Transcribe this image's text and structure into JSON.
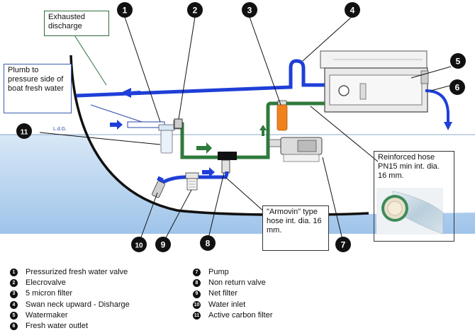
{
  "callouts": {
    "exhausted_discharge": "Exhausted discharge",
    "plumb": "Plumb to pressure side of boat fresh water",
    "waterline": "L.d.G.",
    "armovin": "\"Armovin\" type hose int. dia. 16 mm.",
    "reinforced": "Reinforced hose PN15 min  int. dia. 16 mm."
  },
  "markers": [
    "1",
    "2",
    "3",
    "4",
    "5",
    "6",
    "7",
    "8",
    "9",
    "10",
    "11"
  ],
  "legend_col1": [
    {
      "num": "1",
      "text": "Pressurized fresh water valve"
    },
    {
      "num": "2",
      "text": "Elecrovalve"
    },
    {
      "num": "3",
      "text": "5 micron filter"
    },
    {
      "num": "4",
      "text": "Swan neck upward - Disharge"
    },
    {
      "num": "5",
      "text": "Watermaker"
    },
    {
      "num": "6",
      "text": "Fresh water outlet"
    }
  ],
  "legend_col2": [
    {
      "num": "7",
      "text": "Pump"
    },
    {
      "num": "8",
      "text": "Non return valve"
    },
    {
      "num": "9",
      "text": "Net filter"
    },
    {
      "num": "10",
      "text": "Water inlet"
    },
    {
      "num": "11",
      "text": "Active carbon filter"
    }
  ],
  "colors": {
    "discharge_pipe": "#1f3fd8",
    "fresh_pipe": "#2f7a3c",
    "water": "#bcd8f0",
    "filter_orange": "#f0821e",
    "hull": "#111111"
  },
  "icons": [
    "flow-arrow-icon",
    "valve-icon",
    "filter-icon",
    "pump-icon"
  ]
}
